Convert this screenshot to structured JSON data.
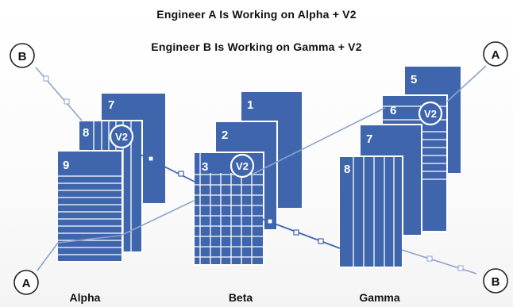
{
  "titles": {
    "line1": "Engineer A Is Working on Alpha + V2",
    "line2": "Engineer B Is Working on Gamma + V2"
  },
  "endpoints": {
    "a": "A",
    "b": "B"
  },
  "version_label": "V2",
  "projects": [
    {
      "name": "Alpha",
      "pages": [
        "7",
        "8",
        "9"
      ]
    },
    {
      "name": "Beta",
      "pages": [
        "1",
        "2",
        "3"
      ]
    },
    {
      "name": "Gamma",
      "pages": [
        "5",
        "6",
        "7",
        "8"
      ]
    }
  ],
  "colors": {
    "page_fill": "#3f66ad",
    "page_border": "#ffffff",
    "connector": "#7f98c9",
    "node": "#ffffff",
    "text": "#111111"
  }
}
